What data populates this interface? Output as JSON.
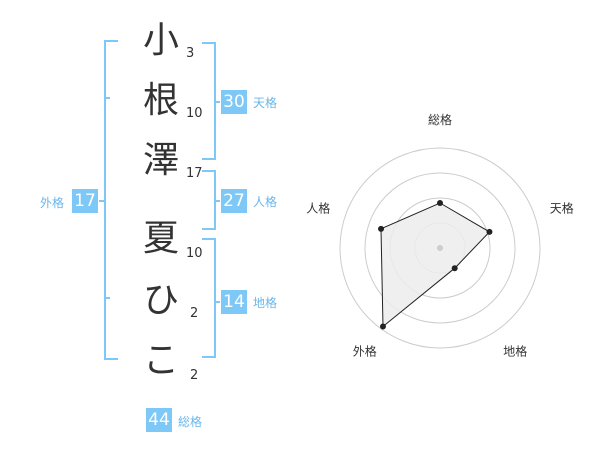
{
  "name_chars": [
    {
      "char": "小",
      "strokes": "3"
    },
    {
      "char": "根",
      "strokes": "10"
    },
    {
      "char": "澤",
      "strokes": "17"
    },
    {
      "char": "夏",
      "strokes": "10"
    },
    {
      "char": "ひ",
      "strokes": "2"
    },
    {
      "char": "こ",
      "strokes": "2"
    }
  ],
  "scores": {
    "tenkaku": {
      "value": "30",
      "label": "天格"
    },
    "jinkaku": {
      "value": "27",
      "label": "人格"
    },
    "chikaku": {
      "value": "14",
      "label": "地格"
    },
    "gaikaku": {
      "value": "17",
      "label": "外格"
    },
    "soukaku": {
      "value": "44",
      "label": "総格"
    }
  },
  "chart_data": {
    "type": "radar",
    "axes": [
      "総格",
      "天格",
      "地格",
      "外格",
      "人格"
    ],
    "values": [
      0.45,
      0.52,
      0.25,
      0.97,
      0.62
    ],
    "max": 1,
    "rings": 4,
    "colors": {
      "fill": "#ececec",
      "line": "#222222",
      "ring": "#cccccc"
    }
  }
}
